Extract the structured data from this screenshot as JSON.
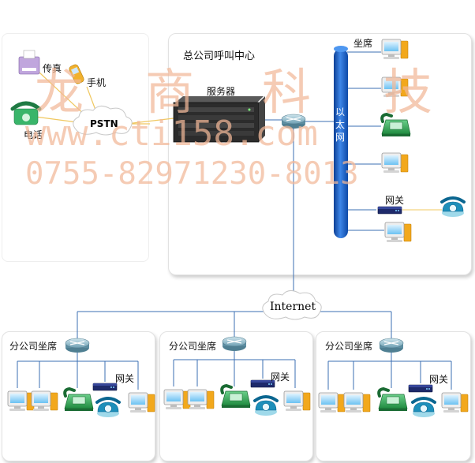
{
  "hq": {
    "title": "总公司呼叫中心",
    "server_label": "服务器",
    "ethernet_label": [
      "以",
      "太",
      "网"
    ],
    "agent_label": "坐席",
    "gateway_label": "网关"
  },
  "pstn": {
    "cloud_label": "PSTN",
    "fax_label": "传真",
    "mobile_label": "手机",
    "phone_label": "电话"
  },
  "internet": {
    "cloud_label": "Internet"
  },
  "branches": [
    {
      "title": "分公司坐席",
      "gateway_label": "网关"
    },
    {
      "title": "分公司坐席",
      "gateway_label": "网关"
    },
    {
      "title": "分公司坐席",
      "gateway_label": "网关"
    }
  ],
  "watermark": {
    "company": [
      "龙",
      "商",
      "科",
      "技"
    ],
    "url": "www.cti158.com",
    "phone": "0755-82971230-8013"
  },
  "colors": {
    "ethernet_bar": "#1b5fc7",
    "line": "#3b6fb3",
    "pstn_line": "#f0c860",
    "watermark": "#f2b898"
  }
}
